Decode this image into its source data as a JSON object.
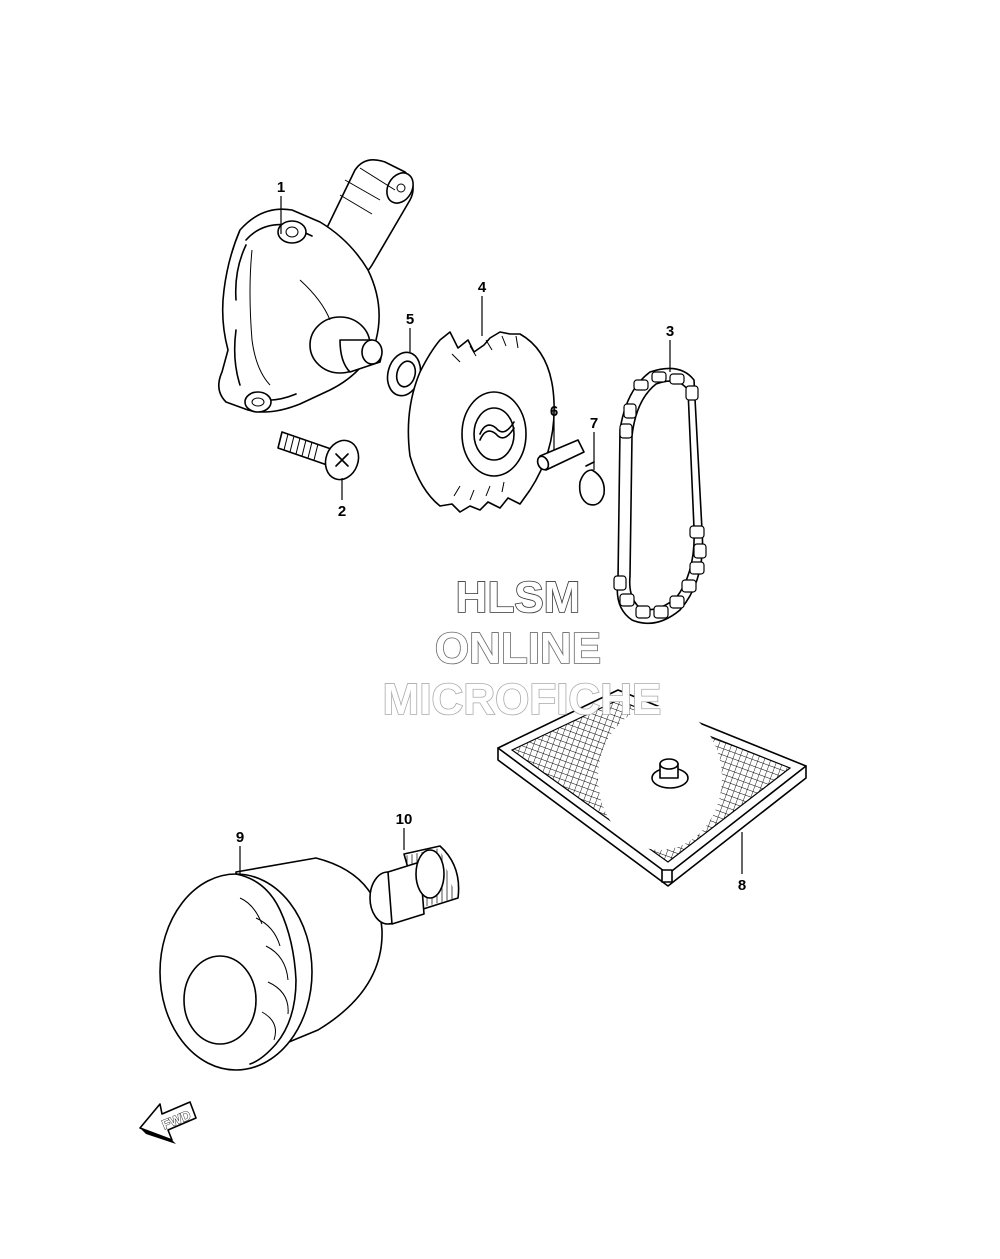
{
  "diagram": {
    "callouts": [
      {
        "id": "1",
        "label": "1"
      },
      {
        "id": "2",
        "label": "2"
      },
      {
        "id": "3",
        "label": "3"
      },
      {
        "id": "4",
        "label": "4"
      },
      {
        "id": "5",
        "label": "5"
      },
      {
        "id": "6",
        "label": "6"
      },
      {
        "id": "7",
        "label": "7"
      },
      {
        "id": "8",
        "label": "8"
      },
      {
        "id": "9",
        "label": "9"
      },
      {
        "id": "10",
        "label": "10"
      }
    ],
    "watermark": {
      "line1": "HLSM",
      "line2": "ONLINE",
      "line3": "MICROFICHE"
    },
    "direction_arrow": {
      "label": "FWD"
    }
  }
}
